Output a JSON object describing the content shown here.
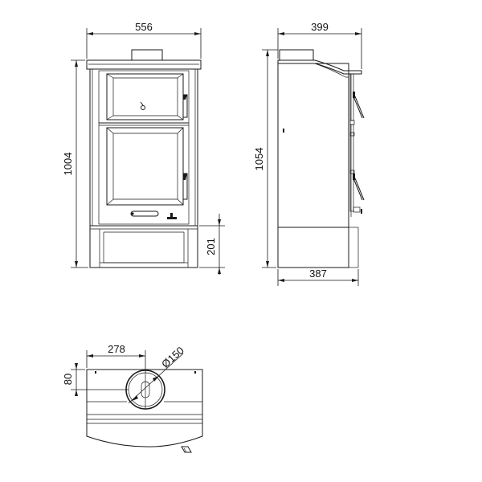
{
  "dimensions": {
    "front_width": "556",
    "front_height": "1004",
    "base_height": "201",
    "side_depth_top": "399",
    "side_height": "1054",
    "side_depth_base": "387",
    "top_flue_offset_x": "278",
    "top_flue_offset_y": "80",
    "flue_diameter": "Ø150"
  },
  "colors": {
    "line": "#1a1a1a",
    "background": "#ffffff"
  }
}
